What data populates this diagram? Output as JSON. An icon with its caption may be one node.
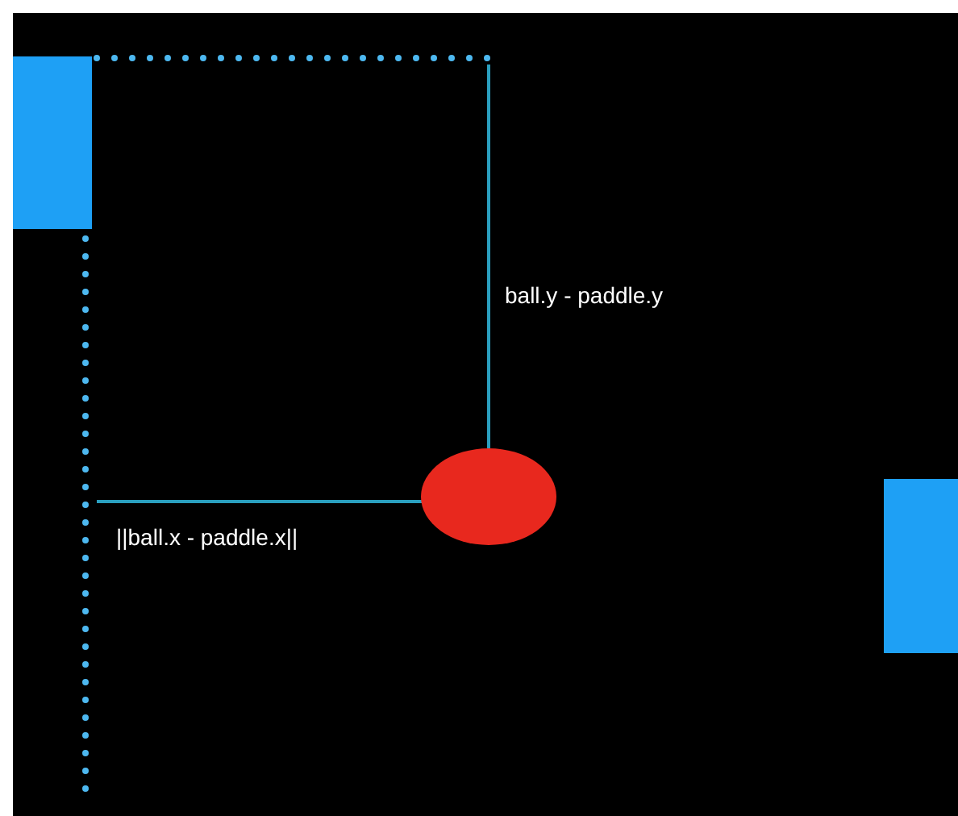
{
  "diagram": {
    "nodes": [
      {
        "text": [],
        "shape": "bar"
      },
      {
        "text": [],
        "shape": "circle"
      },
      {
        "text": [],
        "shape": "bar"
      }
    ],
    "labels": [
      "ball.y - paddle.y",
      "||ball.x - paddle.x||"
    ]
  }
}
